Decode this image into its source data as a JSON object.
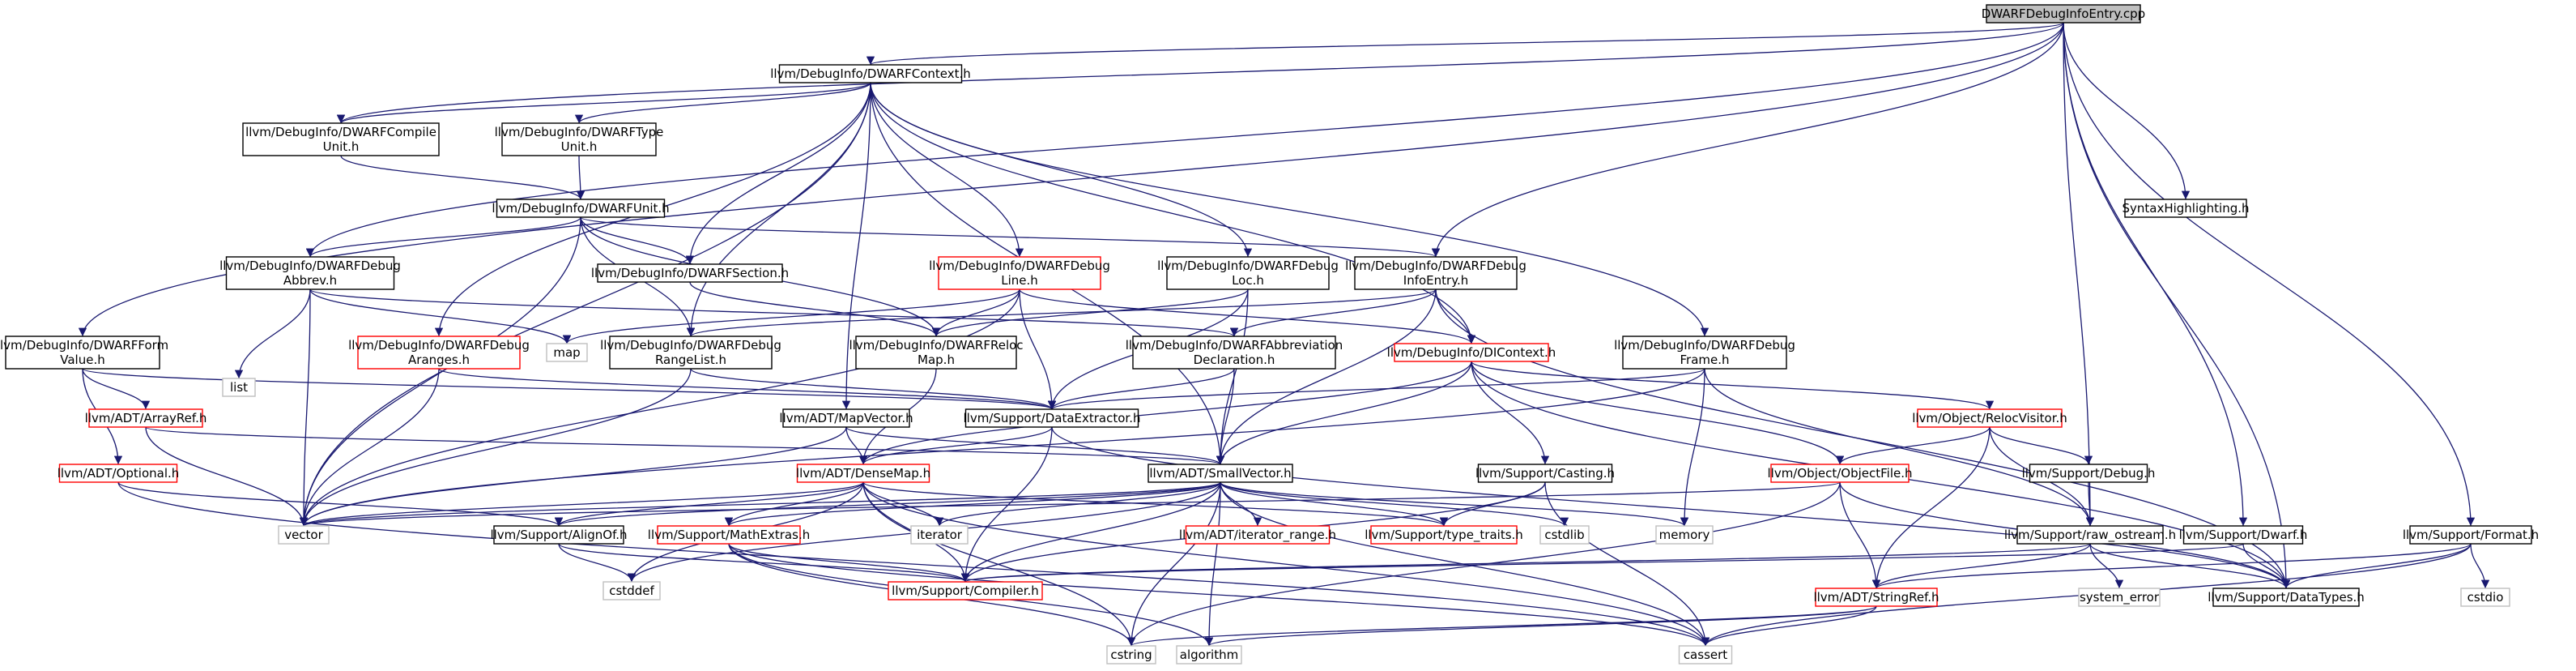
{
  "colors": {
    "edge": "#191970",
    "node_border": "#000000",
    "node_border_truncated": "#ff0000",
    "node_border_system": "#bfbfbf",
    "root_fill": "#bfbfbf",
    "node_fill": "#ffffff"
  },
  "nodes": [
    {
      "id": "root",
      "lines": [
        "DWARFDebugInfoEntry.cpp"
      ],
      "kind": "root"
    },
    {
      "id": "ctx",
      "lines": [
        "llvm/DebugInfo/DWARFContext.h"
      ],
      "kind": "normal"
    },
    {
      "id": "cu",
      "lines": [
        "llvm/DebugInfo/DWARFCompile",
        "Unit.h"
      ],
      "kind": "normal"
    },
    {
      "id": "tu",
      "lines": [
        "llvm/DebugInfo/DWARFType",
        "Unit.h"
      ],
      "kind": "normal"
    },
    {
      "id": "unit",
      "lines": [
        "llvm/DebugInfo/DWARFUnit.h"
      ],
      "kind": "normal"
    },
    {
      "id": "abbrev",
      "lines": [
        "llvm/DebugInfo/DWARFDebug",
        "Abbrev.h"
      ],
      "kind": "normal"
    },
    {
      "id": "section",
      "lines": [
        "llvm/DebugInfo/DWARFSection.h"
      ],
      "kind": "normal"
    },
    {
      "id": "line",
      "lines": [
        "llvm/DebugInfo/DWARFDebug",
        "Line.h"
      ],
      "kind": "truncated"
    },
    {
      "id": "loc",
      "lines": [
        "llvm/DebugInfo/DWARFDebug",
        "Loc.h"
      ],
      "kind": "normal"
    },
    {
      "id": "infoentry",
      "lines": [
        "llvm/DebugInfo/DWARFDebug",
        "InfoEntry.h"
      ],
      "kind": "normal"
    },
    {
      "id": "syntax",
      "lines": [
        "SyntaxHighlighting.h"
      ],
      "kind": "normal"
    },
    {
      "id": "formvalue",
      "lines": [
        "llvm/DebugInfo/DWARFForm",
        "Value.h"
      ],
      "kind": "normal"
    },
    {
      "id": "aranges",
      "lines": [
        "llvm/DebugInfo/DWARFDebug",
        "Aranges.h"
      ],
      "kind": "truncated"
    },
    {
      "id": "list",
      "lines": [
        "list"
      ],
      "kind": "system"
    },
    {
      "id": "map",
      "lines": [
        "map"
      ],
      "kind": "system"
    },
    {
      "id": "rangelist",
      "lines": [
        "llvm/DebugInfo/DWARFDebug",
        "RangeList.h"
      ],
      "kind": "normal"
    },
    {
      "id": "relocmap",
      "lines": [
        "llvm/DebugInfo/DWARFReloc",
        "Map.h"
      ],
      "kind": "normal"
    },
    {
      "id": "abbrdecl",
      "lines": [
        "llvm/DebugInfo/DWARFAbbreviation",
        "Declaration.h"
      ],
      "kind": "normal"
    },
    {
      "id": "dicontext",
      "lines": [
        "llvm/DebugInfo/DIContext.h"
      ],
      "kind": "truncated"
    },
    {
      "id": "frame",
      "lines": [
        "llvm/DebugInfo/DWARFDebug",
        "Frame.h"
      ],
      "kind": "normal"
    },
    {
      "id": "arrayref",
      "lines": [
        "llvm/ADT/ArrayRef.h"
      ],
      "kind": "truncated"
    },
    {
      "id": "dataext",
      "lines": [
        "llvm/Support/DataExtractor.h"
      ],
      "kind": "normal"
    },
    {
      "id": "relocvisitor",
      "lines": [
        "llvm/Object/RelocVisitor.h"
      ],
      "kind": "truncated"
    },
    {
      "id": "mapvector",
      "lines": [
        "llvm/ADT/MapVector.h"
      ],
      "kind": "normal"
    },
    {
      "id": "optional",
      "lines": [
        "llvm/ADT/Optional.h"
      ],
      "kind": "truncated"
    },
    {
      "id": "densemap",
      "lines": [
        "llvm/ADT/DenseMap.h"
      ],
      "kind": "truncated"
    },
    {
      "id": "smallvector",
      "lines": [
        "llvm/ADT/SmallVector.h"
      ],
      "kind": "normal"
    },
    {
      "id": "casting",
      "lines": [
        "llvm/Support/Casting.h"
      ],
      "kind": "normal"
    },
    {
      "id": "objectfile",
      "lines": [
        "llvm/Object/ObjectFile.h"
      ],
      "kind": "truncated"
    },
    {
      "id": "debug",
      "lines": [
        "llvm/Support/Debug.h"
      ],
      "kind": "normal"
    },
    {
      "id": "vector",
      "lines": [
        "vector"
      ],
      "kind": "system"
    },
    {
      "id": "alignof",
      "lines": [
        "llvm/Support/AlignOf.h"
      ],
      "kind": "normal"
    },
    {
      "id": "mathextras",
      "lines": [
        "llvm/Support/MathExtras.h"
      ],
      "kind": "truncated"
    },
    {
      "id": "iterator",
      "lines": [
        "iterator"
      ],
      "kind": "system"
    },
    {
      "id": "iterrange",
      "lines": [
        "llvm/ADT/iterator_range.h"
      ],
      "kind": "truncated"
    },
    {
      "id": "typetraits",
      "lines": [
        "llvm/Support/type_traits.h"
      ],
      "kind": "truncated"
    },
    {
      "id": "cstdlib",
      "lines": [
        "cstdlib"
      ],
      "kind": "system"
    },
    {
      "id": "memory",
      "lines": [
        "memory"
      ],
      "kind": "system"
    },
    {
      "id": "rawostream",
      "lines": [
        "llvm/Support/raw_ostream.h"
      ],
      "kind": "normal"
    },
    {
      "id": "dwarf",
      "lines": [
        "llvm/Support/Dwarf.h"
      ],
      "kind": "normal"
    },
    {
      "id": "format",
      "lines": [
        "llvm/Support/Format.h"
      ],
      "kind": "normal"
    },
    {
      "id": "cstddef",
      "lines": [
        "cstddef"
      ],
      "kind": "system"
    },
    {
      "id": "compiler",
      "lines": [
        "llvm/Support/Compiler.h"
      ],
      "kind": "truncated"
    },
    {
      "id": "stringref",
      "lines": [
        "llvm/ADT/StringRef.h"
      ],
      "kind": "truncated"
    },
    {
      "id": "systemerror",
      "lines": [
        "system_error"
      ],
      "kind": "system"
    },
    {
      "id": "datatypes",
      "lines": [
        "llvm/Support/DataTypes.h"
      ],
      "kind": "normal"
    },
    {
      "id": "cstdio",
      "lines": [
        "cstdio"
      ],
      "kind": "system"
    },
    {
      "id": "cstring",
      "lines": [
        "cstring"
      ],
      "kind": "system"
    },
    {
      "id": "algorithm",
      "lines": [
        "algorithm"
      ],
      "kind": "system"
    },
    {
      "id": "cassert",
      "lines": [
        "cassert"
      ],
      "kind": "system"
    }
  ],
  "edges": [
    [
      "root",
      "ctx"
    ],
    [
      "root",
      "cu"
    ],
    [
      "root",
      "abbrev"
    ],
    [
      "root",
      "infoentry"
    ],
    [
      "root",
      "syntax"
    ],
    [
      "root",
      "formvalue"
    ],
    [
      "root",
      "rawostream"
    ],
    [
      "root",
      "dwarf"
    ],
    [
      "root",
      "format"
    ],
    [
      "root",
      "datatypes"
    ],
    [
      "ctx",
      "cu"
    ],
    [
      "ctx",
      "tu"
    ],
    [
      "ctx",
      "aranges"
    ],
    [
      "ctx",
      "section"
    ],
    [
      "ctx",
      "line"
    ],
    [
      "ctx",
      "loc"
    ],
    [
      "ctx",
      "frame"
    ],
    [
      "ctx",
      "rangelist"
    ],
    [
      "ctx",
      "dicontext"
    ],
    [
      "ctx",
      "mapvector"
    ],
    [
      "ctx",
      "smallvector"
    ],
    [
      "ctx",
      "vector"
    ],
    [
      "cu",
      "unit"
    ],
    [
      "tu",
      "unit"
    ],
    [
      "unit",
      "abbrev"
    ],
    [
      "unit",
      "section"
    ],
    [
      "unit",
      "infoentry"
    ],
    [
      "unit",
      "rangelist"
    ],
    [
      "unit",
      "relocmap"
    ],
    [
      "unit",
      "vector"
    ],
    [
      "abbrev",
      "abbrdecl"
    ],
    [
      "abbrev",
      "list"
    ],
    [
      "abbrev",
      "map"
    ],
    [
      "abbrev",
      "vector"
    ],
    [
      "section",
      "relocmap"
    ],
    [
      "line",
      "relocmap"
    ],
    [
      "line",
      "dataext"
    ],
    [
      "line",
      "dicontext"
    ],
    [
      "line",
      "map"
    ],
    [
      "line",
      "vector"
    ],
    [
      "loc",
      "relocmap"
    ],
    [
      "loc",
      "dataext"
    ],
    [
      "loc",
      "smallvector"
    ],
    [
      "infoentry",
      "abbrdecl"
    ],
    [
      "infoentry",
      "dicontext"
    ],
    [
      "infoentry",
      "smallvector"
    ],
    [
      "infoentry",
      "rangelist"
    ],
    [
      "infoentry",
      "datatypes"
    ],
    [
      "formvalue",
      "arrayref"
    ],
    [
      "formvalue",
      "optional"
    ],
    [
      "formvalue",
      "dataext"
    ],
    [
      "aranges",
      "dataext"
    ],
    [
      "aranges",
      "vector"
    ],
    [
      "rangelist",
      "dataext"
    ],
    [
      "rangelist",
      "vector"
    ],
    [
      "relocmap",
      "densemap"
    ],
    [
      "abbrdecl",
      "dataext"
    ],
    [
      "abbrdecl",
      "smallvector"
    ],
    [
      "dicontext",
      "casting"
    ],
    [
      "dicontext",
      "objectfile"
    ],
    [
      "dicontext",
      "relocvisitor"
    ],
    [
      "dicontext",
      "smallvector"
    ],
    [
      "dicontext",
      "densemap"
    ],
    [
      "dicontext",
      "datatypes"
    ],
    [
      "frame",
      "dataext"
    ],
    [
      "frame",
      "memory"
    ],
    [
      "frame",
      "rawostream"
    ],
    [
      "frame",
      "vector"
    ],
    [
      "arrayref",
      "smallvector"
    ],
    [
      "arrayref",
      "vector"
    ],
    [
      "dataext",
      "densemap"
    ],
    [
      "dataext",
      "datatypes"
    ],
    [
      "dataext",
      "compiler"
    ],
    [
      "relocvisitor",
      "objectfile"
    ],
    [
      "relocvisitor",
      "debug"
    ],
    [
      "relocvisitor",
      "rawostream"
    ],
    [
      "relocvisitor",
      "stringref"
    ],
    [
      "mapvector",
      "densemap"
    ],
    [
      "mapvector",
      "smallvector"
    ],
    [
      "mapvector",
      "vector"
    ],
    [
      "optional",
      "alignof"
    ],
    [
      "optional",
      "cassert"
    ],
    [
      "densemap",
      "alignof"
    ],
    [
      "densemap",
      "mathextras"
    ],
    [
      "densemap",
      "typetraits"
    ],
    [
      "densemap",
      "iterator"
    ],
    [
      "densemap",
      "compiler"
    ],
    [
      "densemap",
      "vector"
    ],
    [
      "densemap",
      "cstddef"
    ],
    [
      "densemap",
      "cstring"
    ],
    [
      "densemap",
      "cassert"
    ],
    [
      "smallvector",
      "alignof"
    ],
    [
      "smallvector",
      "mathextras"
    ],
    [
      "smallvector",
      "iterrange"
    ],
    [
      "smallvector",
      "typetraits"
    ],
    [
      "smallvector",
      "iterator"
    ],
    [
      "smallvector",
      "cstdlib"
    ],
    [
      "smallvector",
      "memory"
    ],
    [
      "smallvector",
      "compiler"
    ],
    [
      "smallvector",
      "cstddef"
    ],
    [
      "smallvector",
      "cstring"
    ],
    [
      "smallvector",
      "algorithm"
    ],
    [
      "smallvector",
      "cassert"
    ],
    [
      "smallvector",
      "vector"
    ],
    [
      "casting",
      "typetraits"
    ],
    [
      "casting",
      "cassert"
    ],
    [
      "casting",
      "compiler"
    ],
    [
      "objectfile",
      "stringref"
    ],
    [
      "objectfile",
      "datatypes"
    ],
    [
      "objectfile",
      "vector"
    ],
    [
      "objectfile",
      "cstring"
    ],
    [
      "debug",
      "rawostream"
    ],
    [
      "rawostream",
      "compiler"
    ],
    [
      "rawostream",
      "stringref"
    ],
    [
      "rawostream",
      "systemerror"
    ],
    [
      "rawostream",
      "datatypes"
    ],
    [
      "dwarf",
      "datatypes"
    ],
    [
      "dwarf",
      "compiler"
    ],
    [
      "format",
      "datatypes"
    ],
    [
      "format",
      "stringref"
    ],
    [
      "format",
      "cstdio"
    ],
    [
      "format",
      "cassert"
    ],
    [
      "alignof",
      "cstddef"
    ],
    [
      "alignof",
      "compiler"
    ],
    [
      "mathextras",
      "compiler"
    ],
    [
      "mathextras",
      "cstring"
    ],
    [
      "mathextras",
      "algorithm"
    ],
    [
      "mathextras",
      "cassert"
    ],
    [
      "stringref",
      "cassert"
    ],
    [
      "stringref",
      "cstring"
    ],
    [
      "stringref",
      "algorithm"
    ]
  ]
}
